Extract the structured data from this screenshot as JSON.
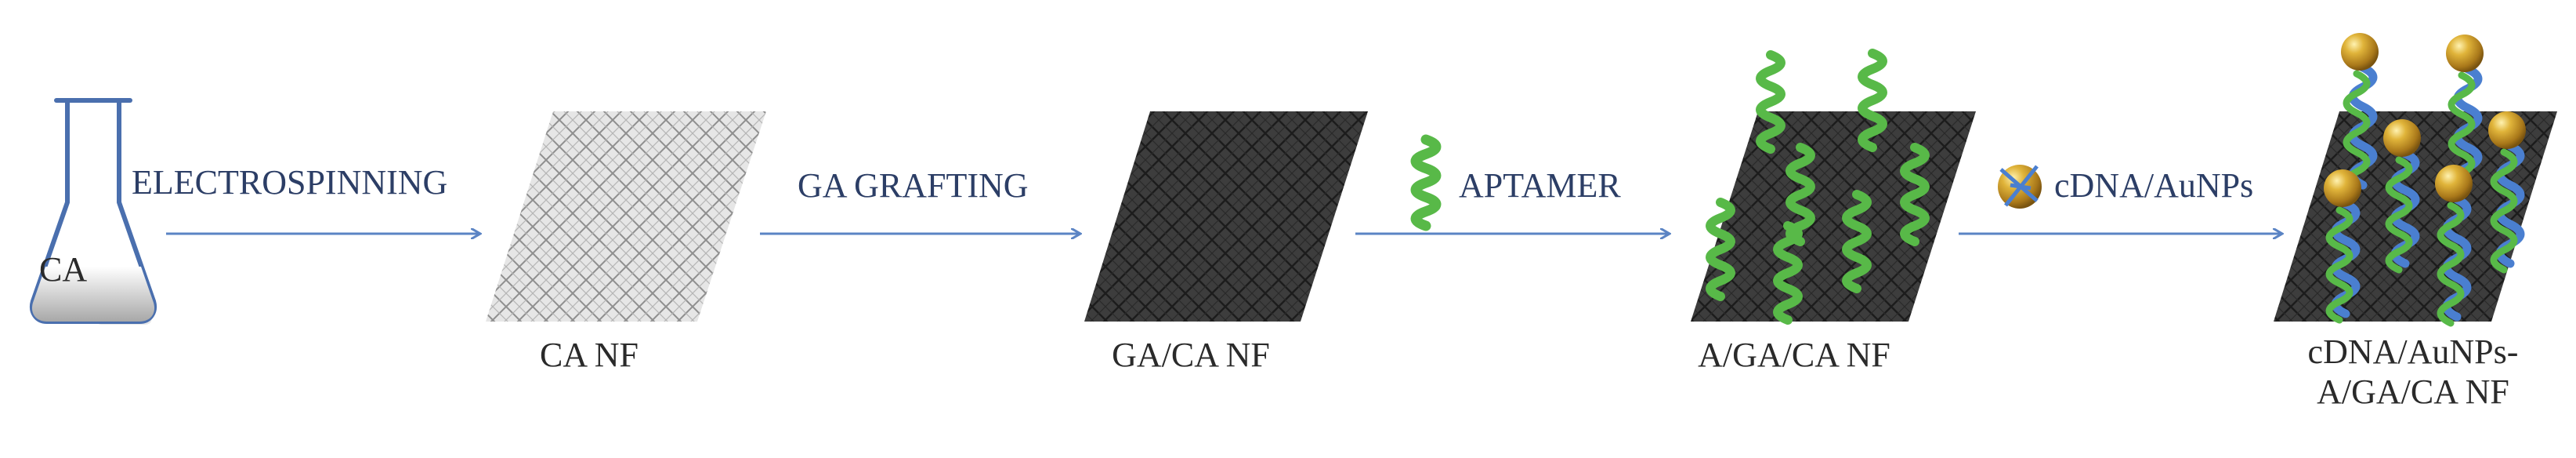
{
  "flask": {
    "label": "CA"
  },
  "steps": [
    {
      "label": "ELECTROSPINNING"
    },
    {
      "label": "GA GRAFTING"
    },
    {
      "label": "APTAMER"
    },
    {
      "label": "cDNA/AuNPs"
    }
  ],
  "materials": [
    {
      "label": "CA NF"
    },
    {
      "label": "GA/CA NF"
    },
    {
      "label": "A/GA/CA NF"
    },
    {
      "label_line1": "cDNA/AuNPs-",
      "label_line2": "A/GA/CA NF"
    }
  ],
  "colors": {
    "arrow": "#5b84c4",
    "flask_outline": "#4a6fae",
    "flask_fill": "#bdbdbd",
    "mat_light": "#e4e4e4",
    "mat_dark": "#3c3c3c",
    "mesh_light": "#8a8a8a",
    "mesh_dark": "#1a1a1a",
    "aptamer_green": "#58b948",
    "cdna_blue": "#4a7fd0",
    "gold": "#c9a227"
  },
  "icons": [
    "flask-icon",
    "aptamer-strand-icon",
    "gold-nanoparticle-icon"
  ]
}
